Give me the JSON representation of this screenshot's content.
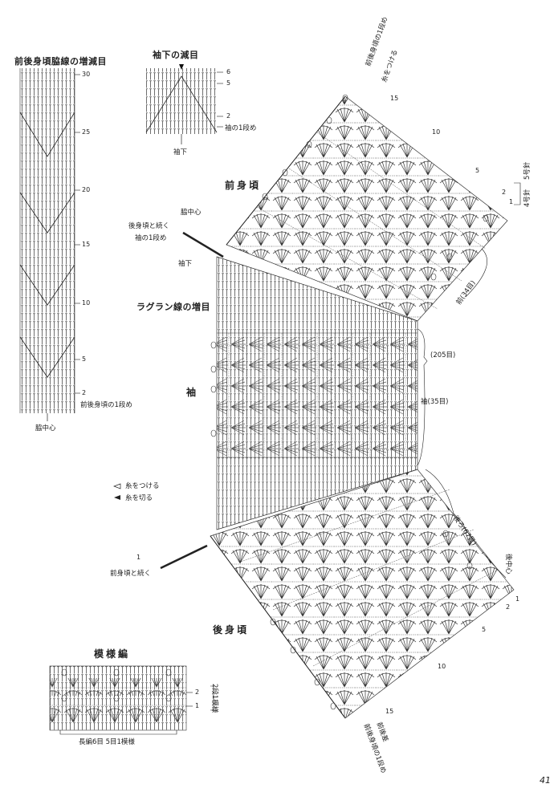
{
  "titles": {
    "side_shaping": "前後身頃脇線の増減目",
    "sleeve_under": "袖下の減目",
    "front_body": "前身頃",
    "raglan": "ラグラン線の増目",
    "sleeve": "袖",
    "back_body": "後身頃",
    "pattern": "模様編"
  },
  "side_chart": {
    "row_markers": [
      "30",
      "25",
      "20",
      "15",
      "10",
      "5",
      "2"
    ],
    "bottom_note": "前後身頃の1段め",
    "center_label": "脇中心"
  },
  "sleeve_under_chart": {
    "row_markers": [
      "6",
      "5",
      "2"
    ],
    "bottom_note": "袖の1段め",
    "center_label": "袖下"
  },
  "front_labels": {
    "side_center": "脇中心",
    "continue_back": "後身頃と続く",
    "sleeve_row1": "袖の1段め",
    "under_sleeve": "袖下",
    "top_note1": "前後身頃の1段め",
    "top_note2": "糸をつける",
    "row_15": "15",
    "row_10": "10",
    "row_5": "5",
    "row_2": "2",
    "row_1": "1",
    "needle1": "5号針",
    "needle2": "4号針",
    "front_count": "前(34目)"
  },
  "sleeve_labels": {
    "count_205": "(205目)",
    "count_35": "袖(35目)"
  },
  "legend": {
    "attach": "糸をつける",
    "cut": "糸を切る"
  },
  "back_labels": {
    "row_1": "1",
    "continue_front": "前身頃と続く",
    "back_count": "後ろ(67目)",
    "back_center": "後中心",
    "row_1b": "1",
    "row_2": "2",
    "row_5": "5",
    "row_10": "10",
    "row_15": "15",
    "bottom_note1": "前後差",
    "bottom_note2": "前後身頃の1段め"
  },
  "pattern_chart": {
    "row_2": "2",
    "row_1": "1",
    "repeat_label": "2段1模様",
    "bottom_label": "長編6目 5目1模様"
  },
  "page_number": "41"
}
